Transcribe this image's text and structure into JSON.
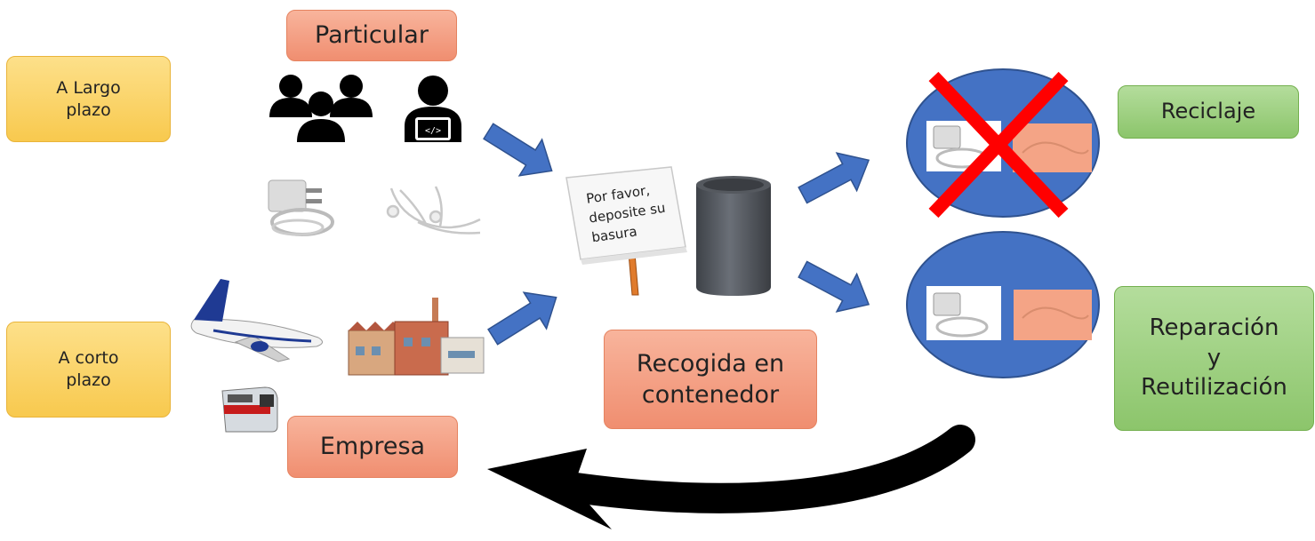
{
  "labels": {
    "long_term": "A Largo plazo",
    "short_term": "A corto plazo",
    "particular": "Particular",
    "empresa": "Empresa",
    "recogida": "Recogida en contenedor",
    "reciclaje": "Reciclaje",
    "reparacion_line1": "Reparación",
    "reparacion_line2": "y",
    "reparacion_line3": "Reutilización"
  },
  "sign": {
    "line1": "Por favor,",
    "line2": "deposite su",
    "line3": "basura"
  },
  "colors": {
    "arrow_blue": "#4472c4",
    "circle_blue": "#4472c4",
    "cross_red": "#ff0000",
    "yellow_box": "#fbd46b",
    "orange_box": "#f4a486",
    "green_box": "#a5d38a"
  },
  "icons": [
    "people-group-icon",
    "developer-laptop-icon",
    "phone-charger-icon",
    "earphones-icon",
    "airplane-icon",
    "factory-icon",
    "train-icon",
    "trash-bin-icon",
    "sign-icon"
  ]
}
